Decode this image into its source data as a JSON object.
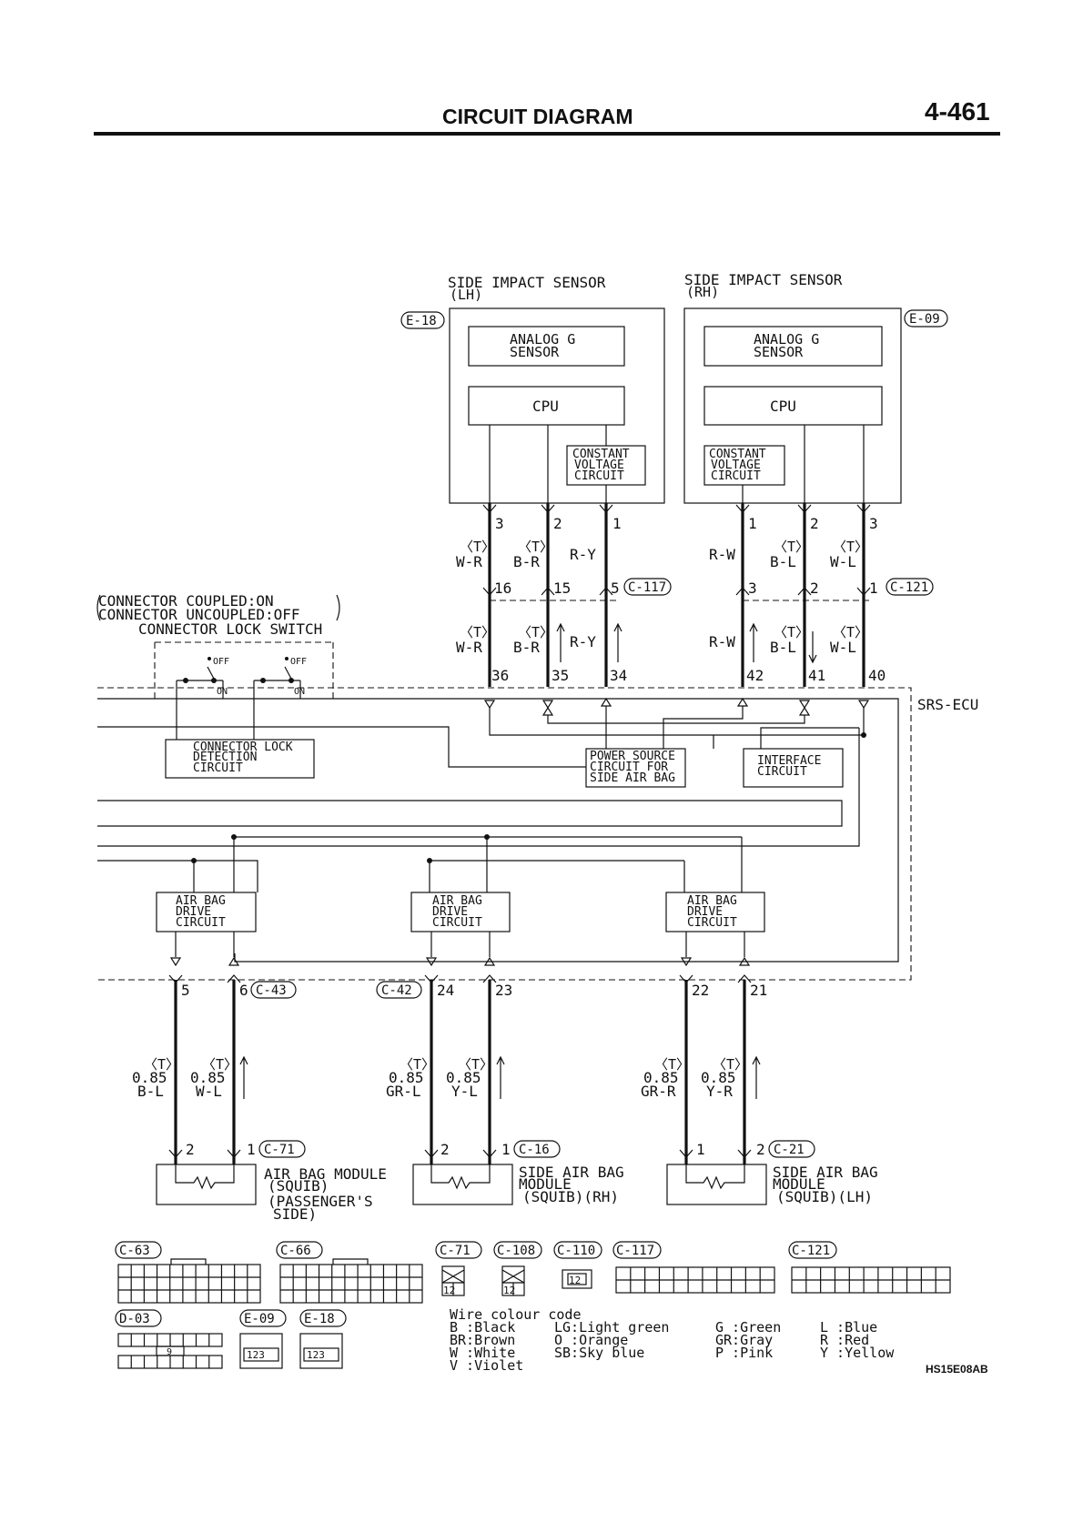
{
  "header": {
    "title": "CIRCUIT DIAGRAM",
    "page_number": "4-461"
  },
  "sensors": {
    "lh": {
      "title_1": "SIDE IMPACT SENSOR",
      "title_2": "(LH)",
      "connector": "E-18"
    },
    "rh": {
      "title_1": "SIDE IMPACT SENSOR",
      "title_2": "(RH)",
      "connector": "E-09"
    },
    "analog_1": "ANALOG G",
    "analog_2": "SENSOR",
    "cpu": "CPU",
    "cv_1": "CONSTANT",
    "cv_2": "VOLTAGE",
    "cv_3": "CIRCUIT"
  },
  "pins": {
    "lh": [
      "3",
      "2",
      "1"
    ],
    "rh": [
      "1",
      "2",
      "3"
    ],
    "c117": [
      "16",
      "15",
      "5"
    ],
    "c121": [
      "3",
      "2",
      "1"
    ],
    "ecu_upper": [
      "36",
      "35",
      "34",
      "42",
      "41",
      "40"
    ],
    "ecu_lower": [
      "5",
      "6",
      "24",
      "23",
      "22",
      "21"
    ],
    "modules": [
      "2",
      "1",
      "2",
      "1",
      "1",
      "2"
    ]
  },
  "wires": {
    "twisted": "〈T〉",
    "upper": [
      "W-R",
      "B-R",
      "R-Y",
      "R-W",
      "B-L",
      "W-L"
    ],
    "gauge": "0.85",
    "lower": [
      "B-L",
      "W-L",
      "GR-L",
      "Y-L",
      "GR-R",
      "Y-R"
    ]
  },
  "connectors": {
    "c117": "C-117",
    "c121": "C-121",
    "c43": "C-43",
    "c42": "C-42",
    "c71": "C-71",
    "c16": "C-16",
    "c21": "C-21"
  },
  "switch": {
    "note_1": "CONNECTOR COUPLED:ON",
    "note_2": "CONNECTOR UNCOUPLED:OFF",
    "title": "CONNECTOR LOCK SWITCH",
    "off": "OFF",
    "on": "ON"
  },
  "ecu": {
    "label": "SRS-ECU",
    "detect_1": "CONNECTOR LOCK",
    "detect_2": "DETECTION",
    "detect_3": "CIRCUIT",
    "power_1": "POWER SOURCE",
    "power_2": "CIRCUIT FOR",
    "power_3": "SIDE AIR BAG",
    "interface_1": "INTERFACE",
    "interface_2": "CIRCUIT",
    "drive_1": "AIR BAG",
    "drive_2": "DRIVE",
    "drive_3": "CIRCUIT"
  },
  "modules": {
    "passenger": [
      "AIR BAG MODULE",
      "(SQUIB)",
      "(PASSENGER'S",
      "SIDE)"
    ],
    "rh": [
      "SIDE AIR BAG",
      "MODULE",
      "(SQUIB)(RH)"
    ],
    "lh": [
      "SIDE AIR BAG",
      "MODULE",
      "(SQUIB)(LH)"
    ]
  },
  "connector_views": {
    "c63": "C-63",
    "c66": "C-66",
    "c71": "C-71",
    "c108": "C-108",
    "c110": "C-110",
    "c117": "C-117",
    "c121": "C-121",
    "d03": "D-03",
    "e09": "E-09",
    "e18": "E-18",
    "pins_12": "12",
    "pins_123": "123",
    "pin_9": "9"
  },
  "legend": {
    "title": "Wire colour code",
    "col1": [
      "B :Black",
      "BR:Brown",
      "W :White",
      "V :Violet"
    ],
    "col2": [
      "LG:Light green",
      "O :Orange",
      "SB:Sky blue"
    ],
    "col3": [
      "G :Green",
      "GR:Gray",
      "P :Pink"
    ],
    "col4": [
      "L :Blue",
      "R :Red",
      "Y :Yellow"
    ]
  },
  "figure_code": "HS15E08AB"
}
